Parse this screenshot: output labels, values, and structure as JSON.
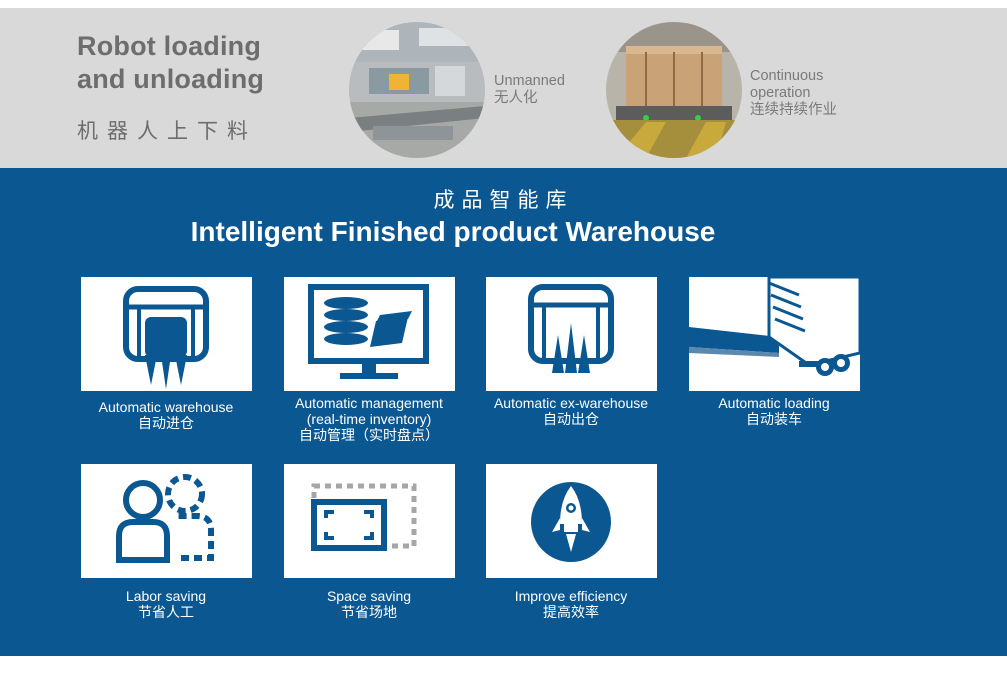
{
  "header": {
    "title_line1": "Robot loading",
    "title_line2": "and unloading",
    "title_cn": "机器人上下料"
  },
  "features": [
    {
      "en": "Unmanned",
      "cn": "无人化"
    },
    {
      "en_line1": "Continuous",
      "en_line2": "operation",
      "cn": "连续持续作业"
    }
  ],
  "section": {
    "title_cn": "成品智能库",
    "title_en": "Intelligent Finished product Warehouse"
  },
  "cards": [
    {
      "icon": "warehouse-in-icon",
      "lines": [
        "Automatic warehouse",
        "自动进仓"
      ]
    },
    {
      "icon": "monitor-inventory-icon",
      "lines": [
        "Automatic management",
        "(real-time inventory)",
        "自动管理（实时盘点）"
      ]
    },
    {
      "icon": "warehouse-out-icon",
      "lines": [
        "Automatic ex-warehouse",
        "自动出仓"
      ]
    },
    {
      "icon": "truck-loading-icon",
      "lines": [
        "Automatic loading",
        "自动装车"
      ]
    },
    {
      "icon": "people-icon",
      "lines": [
        "Labor saving",
        "节省人工"
      ]
    },
    {
      "icon": "space-frame-icon",
      "lines": [
        "Space saving",
        "节省场地"
      ]
    },
    {
      "icon": "rocket-icon",
      "lines": [
        "Improve efficiency",
        "提高效率"
      ]
    }
  ],
  "colors": {
    "brand_blue": "#0a5792",
    "top_gray": "#d9d9d9",
    "title_gray": "#6d6d6d"
  }
}
